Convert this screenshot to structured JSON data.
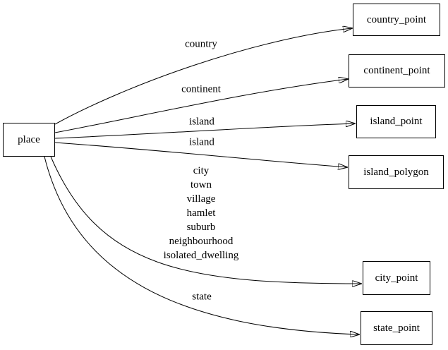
{
  "diagram": {
    "colors": {
      "background": "#ffffff",
      "node_border": "#000000",
      "edge": "#000000",
      "text": "#000000"
    },
    "nodes": {
      "place": {
        "label": "place"
      },
      "country_point": {
        "label": "country_point"
      },
      "continent_point": {
        "label": "continent_point"
      },
      "island_point": {
        "label": "island_point"
      },
      "island_polygon": {
        "label": "island_polygon"
      },
      "city_point": {
        "label": "city_point"
      },
      "state_point": {
        "label": "state_point"
      }
    },
    "edges": [
      {
        "from": "place",
        "to": "country_point",
        "label": "country"
      },
      {
        "from": "place",
        "to": "continent_point",
        "label": "continent"
      },
      {
        "from": "place",
        "to": "island_point",
        "label": "island"
      },
      {
        "from": "place",
        "to": "island_polygon",
        "label": "island"
      },
      {
        "from": "place",
        "to": "city_point",
        "label_lines": [
          "city",
          "town",
          "village",
          "hamlet",
          "suburb",
          "neighbourhood",
          "isolated_dwelling"
        ]
      },
      {
        "from": "place",
        "to": "state_point",
        "label": "state"
      }
    ]
  }
}
